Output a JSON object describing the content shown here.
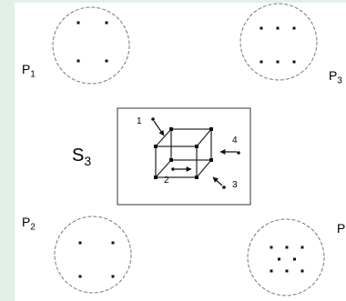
{
  "labels": {
    "p1": {
      "main": "P",
      "sub": "1"
    },
    "p2": {
      "main": "P",
      "sub": "2"
    },
    "p3": {
      "main": "P",
      "sub": "3"
    },
    "p4": {
      "main": "P",
      "sub": ""
    },
    "s3": {
      "main": "S",
      "sub": "3"
    }
  },
  "arrow_numbers": [
    "1",
    "2",
    "3",
    "4"
  ],
  "clusters": {
    "p1": [
      [
        0,
        0
      ],
      [
        1,
        0
      ],
      [
        0,
        1
      ],
      [
        1,
        1
      ]
    ],
    "p3": [
      [
        0,
        0
      ],
      [
        1,
        0
      ],
      [
        2,
        0
      ],
      [
        0,
        1
      ],
      [
        1,
        1
      ],
      [
        2,
        1
      ]
    ],
    "p2": [
      [
        0,
        0
      ],
      [
        1,
        0
      ],
      [
        0,
        1
      ],
      [
        1,
        1
      ]
    ],
    "p4": [
      [
        0,
        0
      ],
      [
        1,
        0
      ],
      [
        2,
        0
      ],
      [
        0,
        1
      ],
      [
        1,
        1
      ],
      [
        2,
        1
      ],
      [
        0.5,
        0.5
      ],
      [
        1.5,
        0.5
      ]
    ]
  }
}
